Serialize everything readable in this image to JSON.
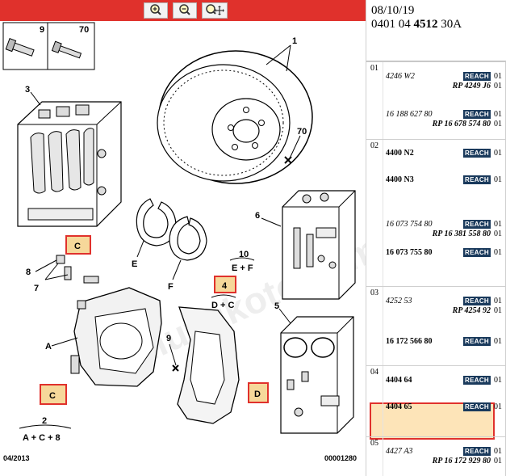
{
  "toolbar": {
    "zoom_in_icon": "magnifier-plus-icon",
    "zoom_out_icon": "magnifier-minus-icon",
    "zoom_pan_icon": "magnifier-move-icon",
    "accent_color": "#e0312c"
  },
  "diagram": {
    "callouts": {
      "c9": "9",
      "c70top": "70",
      "c1": "1",
      "c3": "3",
      "c70mid": "70",
      "c10": "10",
      "c6": "6",
      "c8": "8",
      "c7": "7",
      "cE": "E",
      "cF": "F",
      "cEF": "E + F",
      "cA": "A",
      "c5": "5",
      "c9mid": "9",
      "c2": "2",
      "cAC8": "A + C + 8",
      "cDC": "D + C"
    },
    "boxed": {
      "C1": "C",
      "C2": "C",
      "n4": "4",
      "D": "D"
    },
    "footer_left": "04/2013",
    "footer_right": "00001280",
    "watermark": "uluvukoto.com"
  },
  "header": {
    "date": "08/10/19",
    "ref_prefix": "0401 04 ",
    "ref_bold": "4512",
    "ref_suffix": " 30A"
  },
  "groups": [
    {
      "num": "01",
      "parts": [
        {
          "pn": "4246 W2",
          "style": "italic",
          "rp": "RP 4249 J6",
          "reach": "REACH",
          "q1": "01",
          "q2": "01"
        },
        {
          "pn": "16 188 627 80",
          "style": "italic",
          "rp": "RP 16 678 574 80",
          "reach": "REACH",
          "q1": "01",
          "q2": "01"
        }
      ]
    },
    {
      "num": "02",
      "parts": [
        {
          "pn": "4400 N2",
          "style": "bold",
          "rp": "",
          "reach": "REACH",
          "q1": "01"
        },
        {
          "pn": "4400 N3",
          "style": "bold",
          "rp": "",
          "reach": "REACH",
          "q1": "01"
        },
        {
          "pn": "16 073 754 80",
          "style": "italic",
          "rp": "RP 16 381 558 80",
          "reach": "REACH",
          "q1": "01",
          "q2": "01"
        },
        {
          "pn": "16 073 755 80",
          "style": "bold",
          "rp": "",
          "reach": "REACH",
          "q1": "01"
        }
      ]
    },
    {
      "num": "03",
      "parts": [
        {
          "pn": "4252 53",
          "style": "italic",
          "rp": "RP 4254 92",
          "reach": "REACH",
          "q1": "01",
          "q2": "01"
        },
        {
          "pn": "16 172 566 80",
          "style": "bold",
          "rp": "",
          "reach": "REACH",
          "q1": "01"
        }
      ]
    },
    {
      "num": "04",
      "parts": [
        {
          "pn": "4404 64",
          "style": "bold",
          "rp": "",
          "reach": "REACH",
          "q1": "01"
        },
        {
          "pn": "4404 65",
          "style": "bold",
          "rp": "",
          "reach": "REACH",
          "q1": "01",
          "selected": true
        }
      ]
    },
    {
      "num": "05",
      "parts": [
        {
          "pn": "4427 A3",
          "style": "italic",
          "rp": "RP 16 172 929 80",
          "reach": "REACH",
          "q1": "01",
          "q2": "01"
        }
      ]
    }
  ]
}
